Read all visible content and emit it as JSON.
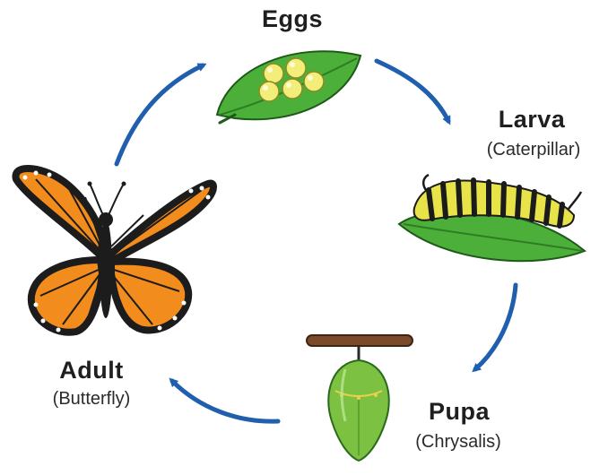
{
  "stages": {
    "eggs": {
      "title": "Eggs"
    },
    "larva": {
      "title": "Larva",
      "subtitle": "(Caterpillar)"
    },
    "pupa": {
      "title": "Pupa",
      "subtitle": "(Chrysalis)"
    },
    "adult": {
      "title": "Adult",
      "subtitle": "(Butterfly)"
    }
  },
  "colors": {
    "arrow": "#1f5fae",
    "leaf": "#4caf3a",
    "leaf_dark": "#2e7d24",
    "egg": "#f3ee7a",
    "caterpillar_yellow": "#e9e34a",
    "caterpillar_black": "#1b1b1b",
    "chrysalis": "#7cc142",
    "branch": "#7a4a2a",
    "wing_orange": "#f28c1c",
    "wing_black": "#1c1c1c"
  }
}
